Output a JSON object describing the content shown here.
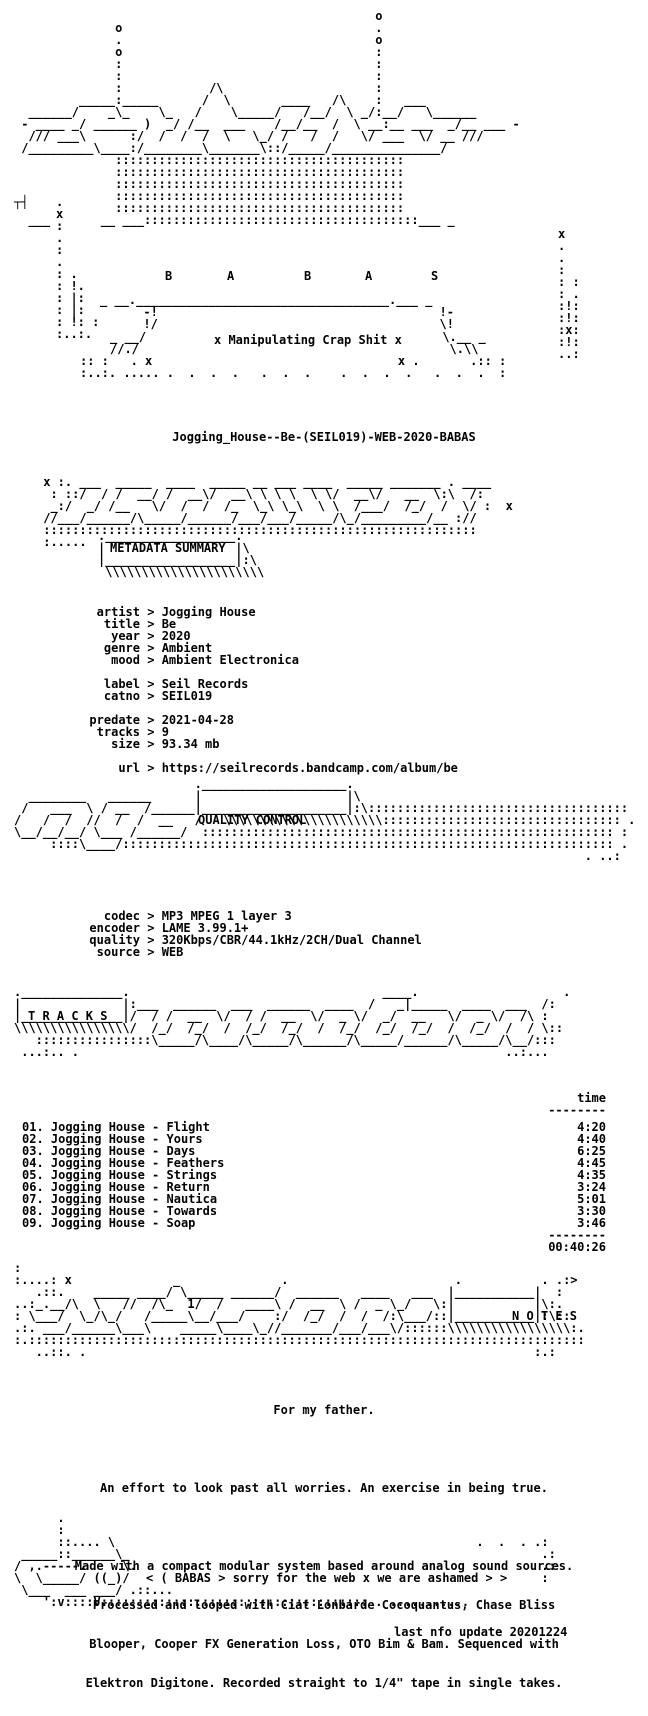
{
  "header": {
    "art": "                                                  o\n              o                                   .\n              .                                   o\n              o                                   :\n              :                                   :\n              :                                   :\n              :            /\\                     :\n         _____:_____      /  \\       ____   /\\    :   ___\n  ______/    _\\_    \\_   /    \\_____/   /__/  \\ _/:__/   \\______\n - ____ _/ ______ )  _/ /__  ___    /__/__  /  \\ __:__ ___  _/__ ___ -\n  /// ___\\      :/  /  /  /  \\   \\_/ /   /  /   \\/ ___  \\/ __ ///\n /_________\\____:/________\\_______\\::/_____/_______________/\n              ::::::::::::::::::::::::::::::::::::::::\n              ::::::::::::::::::::::::::::::::::::::::\n              ::::::::::::::::::::::::::::::::::::::::\n              ::::::::::::::::::::::::::::::::::::::::\n              ::::::::::::::::::::::::::::::::::::::::\n  ___       __ ___::::::::::::::::::::::::::::::::::::::___ _",
    "letters": [
      "B",
      "A",
      "B",
      "A",
      "S"
    ],
    "banner": "x Manipulating Crap Shit x",
    "release": "Jogging_House--Be-(SEIL019)-WEB-2020-BABAS"
  },
  "metadata": {
    "art": " x :. ___  _____  ____  _____ __ ___ ____  _____ _______ . ____\n  : ::/  / /  __/ /  __\\/  __\\ \\ \\ \\  \\ \\/  __\\/   __  \\:\\  /:\n  _:/  _/ /__   \\/  /  /  /_  \\_\\ \\_\\  \\ \\  /___/  /_/  /  \\/ :  x\n //___/______/\\_____/______/___/___/_____/\\_/_________/__ ://\n ::::::::::::::::::::::::::::::::::::::::::::::::::::::::::::\n :.....",
    "heading": "METADATA SUMMARY",
    "fields": [
      {
        "label": "artist",
        "value": "Jogging House"
      },
      {
        "label": "title",
        "value": "Be"
      },
      {
        "label": "year",
        "value": "2020"
      },
      {
        "label": "genre",
        "value": "Ambient"
      },
      {
        "label": "mood",
        "value": "Ambient Electronica"
      },
      {
        "label": "label",
        "value": "Seil Records"
      },
      {
        "label": "catno",
        "value": "SEIL019"
      },
      {
        "label": "predate",
        "value": "2021-04-28"
      },
      {
        "label": "tracks",
        "value": "9"
      },
      {
        "label": "size",
        "value": "93.34 mb"
      },
      {
        "label": "url",
        "value": "https://seilrecords.bandcamp.com/album/be"
      }
    ]
  },
  "quality": {
    "heading": "QUALITY CONTROL",
    "fields": [
      {
        "label": "codec",
        "value": "MP3 MPEG 1 layer 3"
      },
      {
        "label": "encoder",
        "value": "LAME 3.99.1+"
      },
      {
        "label": "quality",
        "value": "320Kbps/CBR/44.1kHz/2CH/Dual Channel"
      },
      {
        "label": "source",
        "value": "WEB"
      }
    ]
  },
  "tracklist": {
    "heading": "T R A C K S",
    "time_header": "time",
    "items": [
      {
        "name": "01. Jogging House - Flight",
        "time": "4:20"
      },
      {
        "name": "02. Jogging House - Yours",
        "time": "4:40"
      },
      {
        "name": "03. Jogging House - Days",
        "time": "6:25"
      },
      {
        "name": "04. Jogging House - Feathers",
        "time": "4:45"
      },
      {
        "name": "05. Jogging House - Strings",
        "time": "4:35"
      },
      {
        "name": "06. Jogging House - Return",
        "time": "3:24"
      },
      {
        "name": "07. Jogging House - Nautica",
        "time": "5:01"
      },
      {
        "name": "08. Jogging House - Towards",
        "time": "3:30"
      },
      {
        "name": "09. Jogging House - Soap",
        "time": "3:46"
      }
    ],
    "total": "00:40:26"
  },
  "notes": {
    "heading": "N O T E S",
    "lines": [
      "For my father.",
      "",
      "An effort to look past all worries. An exercise in being true.",
      "",
      "Made with a compact modular system based around analog sound sources.",
      "Processed and looped with Ciat Lonbarde Cocoquantus, Chase Bliss",
      "Blooper, Cooper FX Generation Loss, OTO Bim & Bam. Sequenced with",
      "Elektron Digitone. Recorded straight to 1/4\" tape in single takes."
    ]
  },
  "footer": {
    "tagline": "< ( BABAS > sorry for the web x we are ashamed > >",
    "update": "last nfo update 20201224"
  }
}
